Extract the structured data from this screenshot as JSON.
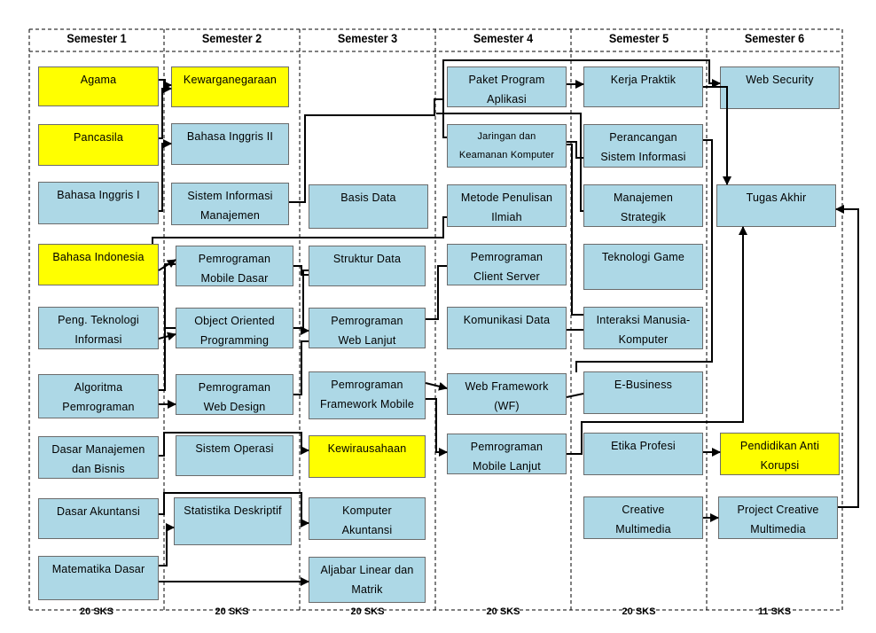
{
  "semesters": [
    "Semester 1",
    "Semester 2",
    "Semester 3",
    "Semester 4",
    "Semester 5",
    "Semester 6"
  ],
  "credits": [
    "20 SKS",
    "20 SKS",
    "20 SKS",
    "20 SKS",
    "20 SKS",
    "11 SKS"
  ],
  "colors": {
    "core": "#add8e6",
    "general": "#ffff00",
    "border": "#6b6b6b",
    "line": "#000000"
  },
  "courses": {
    "agama": "Agama",
    "pancasila": "Pancasila",
    "bahasa_inggris_1": "Bahasa Inggris I",
    "bahasa_indonesia": "Bahasa Indonesia",
    "peng_teknologi_informasi": "Peng. Teknologi\nInformasi",
    "algoritma_pemrograman": "Algoritma\nPemrograman",
    "dasar_manajemen_bisnis": "Dasar Manajemen\ndan Bisnis",
    "dasar_akuntansi": "Dasar Akuntansi",
    "matematika_dasar": "Matematika Dasar",
    "kewarganegaraan": "Kewarganegaraan",
    "bahasa_inggris_2": "Bahasa Inggris II",
    "sistem_informasi_manajemen": "Sistem Informasi\nManajemen",
    "pemrograman_mobile_dasar": "Pemrograman\nMobile Dasar",
    "object_oriented_programming": "Object Oriented\nProgramming",
    "pemrograman_web_design": "Pemrograman\nWeb Design",
    "sistem_operasi": "Sistem Operasi",
    "statistika_deskriptif": "Statistika Deskriptif",
    "basis_data": "Basis Data",
    "struktur_data": "Struktur Data",
    "pemrograman_web_lanjut": "Pemrograman\nWeb Lanjut",
    "pemrograman_framework_mobile": "Pemrograman\nFramework Mobile",
    "kewirausahaan": "Kewirausahaan",
    "komputer_akuntansi": "Komputer\nAkuntansi",
    "aljabar_linear_matrik": "Aljabar Linear dan\nMatrik",
    "paket_program_aplikasi": "Paket Program\nAplikasi",
    "jaringan_keamanan_komputer": "Jaringan dan\nKeamanan Komputer",
    "metode_penulisan_ilmiah": "Metode Penulisan\nIlmiah",
    "pemrograman_client_server": "Pemrograman\nClient Server",
    "komunikasi_data": "Komunikasi Data",
    "web_framework": "Web Framework\n(WF)",
    "pemrograman_mobile_lanjut": "Pemrograman\nMobile Lanjut",
    "kerja_praktik": "Kerja Praktik",
    "perancangan_sistem_informasi": "Perancangan\nSistem Informasi",
    "manajemen_strategik": "Manajemen\nStrategik",
    "teknologi_game": "Teknologi Game",
    "interaksi_manusia_komputer": "Interaksi Manusia-\nKomputer",
    "e_business": "E-Business",
    "etika_profesi": "Etika Profesi",
    "creative_multimedia": "Creative\nMultimedia",
    "web_security": "Web Security",
    "tugas_akhir": "Tugas Akhir",
    "pendidikan_anti_korupsi": "Pendidikan Anti\nKorupsi",
    "project_creative_multimedia": "Project Creative\nMultimedia"
  }
}
